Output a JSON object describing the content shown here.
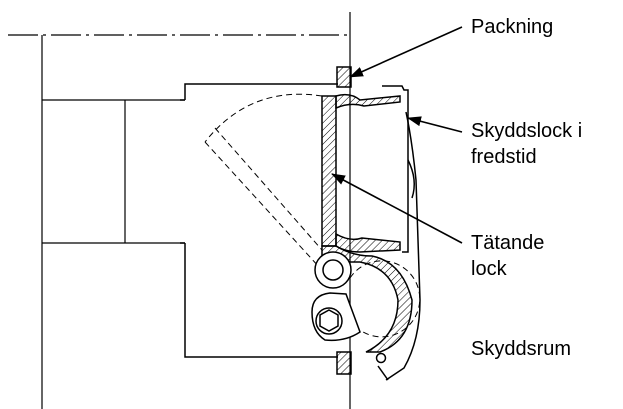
{
  "labels": {
    "packning": "Packning",
    "skyddslock_line1": "Skyddslock i",
    "skyddslock_line2": "fredstid",
    "tatande_line1": "Tätande",
    "tatande_line2": "lock",
    "skyddsrum": "Skyddsrum"
  },
  "colors": {
    "ink": "#000000",
    "background": "#ffffff"
  }
}
